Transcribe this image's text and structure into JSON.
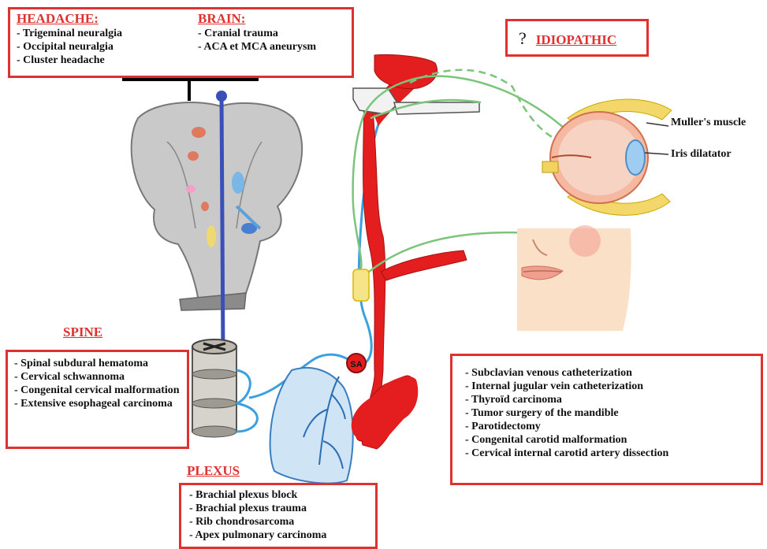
{
  "headache": {
    "title": "HEADACHE:",
    "items": [
      "- Trigeminal neuralgia",
      "- Occipital neuralgia",
      "- Cluster headache"
    ]
  },
  "brain": {
    "title": "BRAIN:",
    "items": [
      "- Cranial trauma",
      "- ACA et MCA aneurysm"
    ]
  },
  "idiopathic": {
    "prefix": "?",
    "title": "IDIOPATHIC"
  },
  "eye_labels": {
    "muller": "Muller's muscle",
    "iris": "Iris dilatator"
  },
  "spine": {
    "title": "SPINE",
    "items": [
      "- Spinal subdural hematoma",
      "- Cervical schwannoma",
      "- Congenital cervical malformation",
      "- Extensive esophageal carcinoma"
    ]
  },
  "plexus": {
    "title": "PLEXUS",
    "items": [
      "- Brachial plexus block",
      "- Brachial plexus trauma",
      "- Rib chondrosarcoma",
      "- Apex pulmonary carcinoma"
    ]
  },
  "carotid": {
    "items": [
      "- Subclavian venous catheterization",
      "- Internal jugular vein catheterization",
      "- Thyroïd carcinoma",
      "- Tumor surgery of the mandible",
      "- Parotidectomy",
      "- Congenital carotid malformation",
      "- Cervical internal carotid artery dissection"
    ]
  },
  "sa_label": "SA",
  "colors": {
    "accent": "#e03131",
    "artery": "#e41e1e",
    "nerve_blue": "#3aa0e0",
    "nerve_dark": "#3a4fb8",
    "nerve_green": "#7cc47c"
  }
}
